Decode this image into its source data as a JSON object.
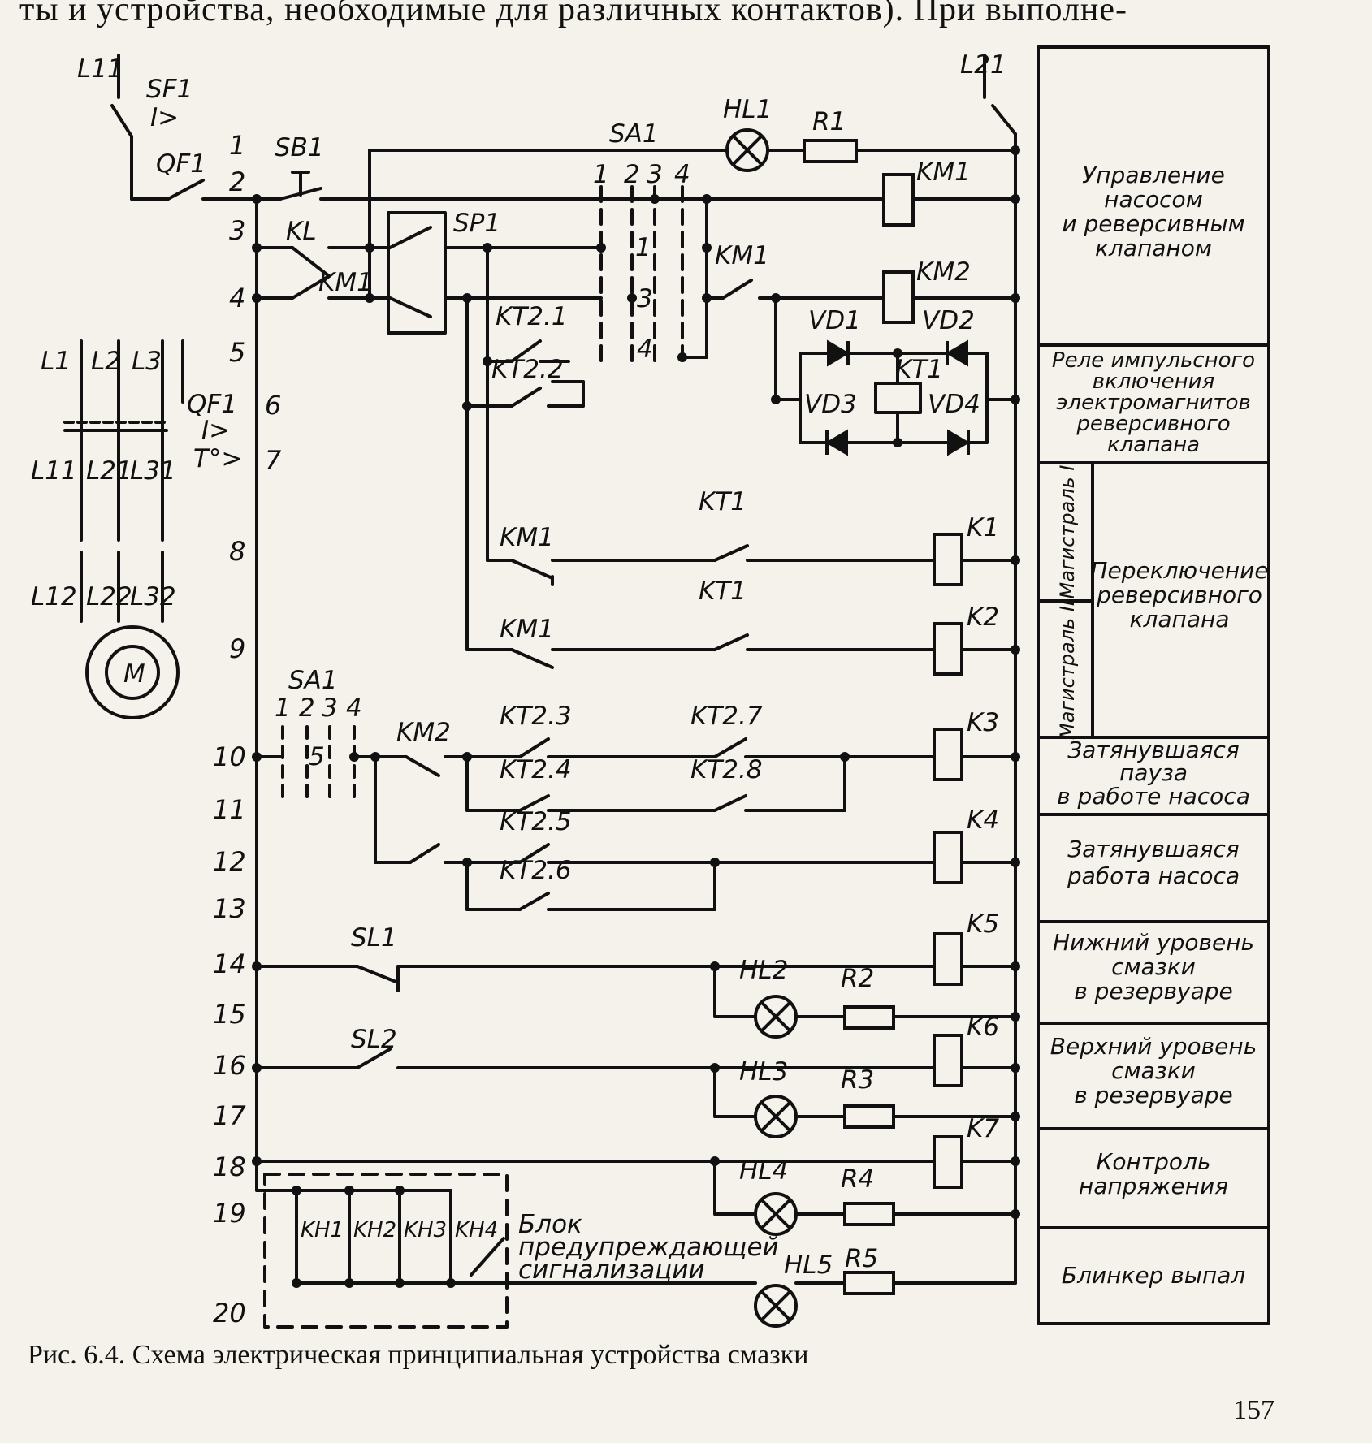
{
  "page": {
    "top_text": "ты и устройства, необходимые для различных контактов). При выполне-",
    "caption": "Рис. 6.4. Схема электрическая принципиальная устройства смазки",
    "page_number": "157"
  },
  "labels": {
    "L11": "L11",
    "L21": "L21",
    "SF1": "SF1",
    "I_gt": "I>",
    "QF1": "QF1",
    "SB1": "SB1",
    "SA1": "SA1",
    "HL1": "HL1",
    "R1": "R1",
    "KM1": "KM1",
    "KM2": "KM2",
    "KL": "KL",
    "SP1": "SP1",
    "KT2_1": "KT2.1",
    "KT2_2": "KT2.2",
    "VD1": "VD1",
    "VD2": "VD2",
    "VD3": "VD3",
    "VD4": "VD4",
    "KT1": "KT1",
    "L1": "L1",
    "L2": "L2",
    "L3": "L3",
    "L31": "L31",
    "L12": "L12",
    "L22": "L22",
    "L32": "L32",
    "T_gt": "T°>",
    "M": "M",
    "K1": "K1",
    "K2": "K2",
    "K3": "K3",
    "K4": "K4",
    "K5": "K5",
    "K6": "K6",
    "K7": "K7",
    "KT2_3": "KT2.3",
    "KT2_4": "KT2.4",
    "KT2_5": "KT2.5",
    "KT2_6": "KT2.6",
    "KT2_7": "KT2.7",
    "KT2_8": "KT2.8",
    "SL1": "SL1",
    "SL2": "SL2",
    "HL2": "HL2",
    "HL3": "HL3",
    "HL4": "HL4",
    "HL5": "HL5",
    "R2": "R2",
    "R3": "R3",
    "R4": "R4",
    "R5": "R5",
    "KH1": "KH1",
    "KH2": "KH2",
    "KH3": "KH3",
    "KH4": "KH4",
    "sa_pos": [
      "1",
      "2",
      "3",
      "4"
    ],
    "sa_inner_1": "1",
    "sa_inner_3": "3",
    "sa_inner_4": "4",
    "sa_inner_5": "5",
    "block": [
      "Блок",
      "предупреждающей",
      "сигнализации"
    ]
  },
  "line_numbers": [
    "1",
    "2",
    "3",
    "4",
    "5",
    "6",
    "7",
    "8",
    "9",
    "10",
    "11",
    "12",
    "13",
    "14",
    "15",
    "16",
    "17",
    "18",
    "19",
    "20"
  ],
  "panel": {
    "pump": [
      "Управление",
      "насосом",
      "и реверсивным",
      "клапаном"
    ],
    "relay": [
      "Реле импульсного",
      "включения",
      "электромагнитов",
      "реверсивного",
      "клапана"
    ],
    "mag1": "Магистраль I",
    "mag2": "Магистраль II",
    "switching": [
      "Переключение",
      "реверсивного",
      "клапана"
    ],
    "pause": [
      "Затянувшаяся",
      "пауза",
      "в работе насоса"
    ],
    "work": [
      "Затянувшаяся",
      "работа насоса"
    ],
    "low": [
      "Нижний уровень",
      "смазки",
      "в резервуаре"
    ],
    "high": [
      "Верхний уровень",
      "смазки",
      "в резервуаре"
    ],
    "voltage": [
      "Контроль",
      "напряжения"
    ],
    "blinker": "Блинкер выпал"
  }
}
